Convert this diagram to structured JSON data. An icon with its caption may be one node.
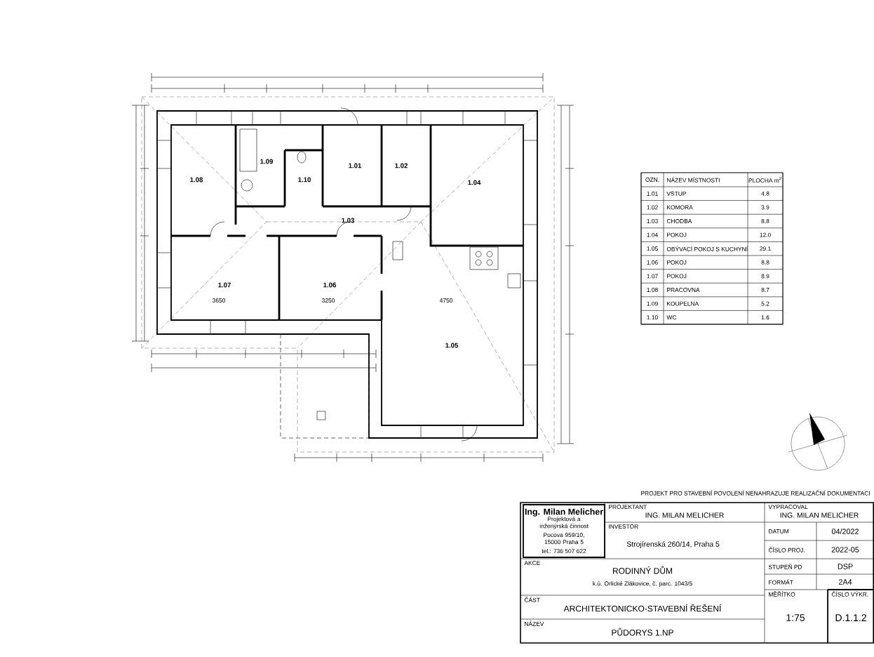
{
  "diagram": {
    "labels": [
      "1.08",
      "1.09",
      "1.10",
      "1.01",
      "1.02",
      "1.04",
      "1.03",
      "1.07",
      "1.06",
      "3650",
      "3250",
      "4750",
      "1.05",
      "OZN.",
      "NÁZEV MÍSTNOSTI",
      "PLOCHA m$^{2}$",
      "1.01",
      "VSTUP",
      "4.8",
      "1.02",
      "KOMORA",
      "3.9",
      "1.03",
      "CHODBA",
      "8.8",
      "1.04",
      "POKOJ",
      "12.0",
      "1.05",
      "OBÝVACÍ POKOJ S KUCHYNÍ",
      "29.1",
      "1.06",
      "POKOJ",
      "8.8",
      "1.07",
      "POKOJ",
      "8.9",
      "1.08",
      "PRACOVNA",
      "8.7",
      "1.09",
      "KOUPELNA",
      "5.2",
      "1.10",
      "WC",
      "1.6",
      "PROJEKT PRO STAVEBNÍ POVOLENÍ NENAHRAZUJE REALIZAČNÍ DOKUMENTACI",
      "Ing. Milan Melicher",
      "Projektová a inženýrská činnost",
      "Pocova 959/10, 15000 Praha 5",
      "tel.: 736 507 622",
      "PROJEKTANT",
      "ING. MILAN MELICHER",
      "VYPRACOVAL",
      "ING. MILAN MELICHER",
      "INVESTOR",
      "Strojírenská 260/14, Praha 5",
      "DATUM",
      "04/2022",
      "ČÍSLO PROJ.",
      "2022-05",
      "AKCE",
      "RODINNÝ DŮM",
      "k.ú. Orlické Zlákovice, č. parc. 1043/5",
      "STUPEŇ PD",
      "DSP",
      "FORMÁT",
      "2A4",
      "ČÁST",
      "ARCHITEKTONICKO-STAVEBNÍ ŘEŠENÍ",
      "MĚŘÍTKO",
      "ČÍSLO VÝKR.",
      "NÁZEV",
      "PŮDORYS 1.NP",
      "1:75",
      "D.1.1.2"
    ]
  }
}
